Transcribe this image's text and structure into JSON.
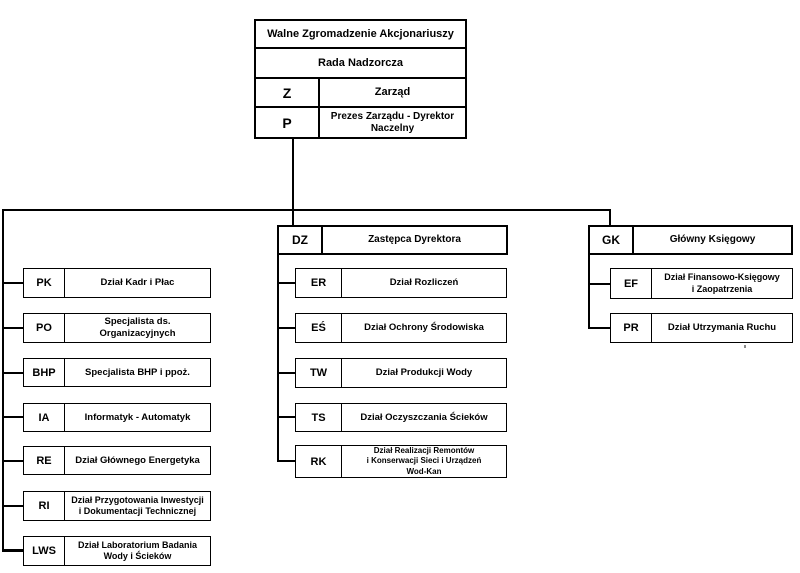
{
  "org": {
    "top": {
      "row1": "Walne Zgromadzenie Akcjonariuszy",
      "row2": "Rada Nadzorcza",
      "row3": {
        "code": "Z",
        "label": "Zarząd"
      },
      "row4": {
        "code": "P",
        "label": "Prezes Zarządu - Dyrektor\nNaczelny"
      }
    },
    "left": {
      "items": [
        {
          "code": "PK",
          "label": "Dział Kadr i Płac"
        },
        {
          "code": "PO",
          "label": "Specjalista ds. Organizacyjnych"
        },
        {
          "code": "BHP",
          "label": "Specjalista BHP i ppoż."
        },
        {
          "code": "IA",
          "label": "Informatyk - Automatyk"
        },
        {
          "code": "RE",
          "label": "Dział Głównego Energetyka"
        },
        {
          "code": "RI",
          "label": "Dział Przygotowania Inwestycji\ni Dokumentacji Technicznej"
        },
        {
          "code": "LWS",
          "label": "Dział Laboratorium Badania\nWody i Ścieków"
        }
      ]
    },
    "middle": {
      "head": {
        "code": "DZ",
        "label": "Zastępca Dyrektora"
      },
      "items": [
        {
          "code": "ER",
          "label": "Dział Rozliczeń"
        },
        {
          "code": "EŚ",
          "label": "Dział Ochrony Środowiska"
        },
        {
          "code": "TW",
          "label": "Dział Produkcji Wody"
        },
        {
          "code": "TS",
          "label": "Dział Oczyszczania Ścieków"
        },
        {
          "code": "RK",
          "label": "Dział Realizacji Remontów\ni Konserwacji Sieci i Urządzeń\nWod-Kan"
        }
      ]
    },
    "right": {
      "head": {
        "code": "GK",
        "label": "Główny Księgowy"
      },
      "items": [
        {
          "code": "EF",
          "label": "Dział Finansowo-Księgowy\ni Zaopatrzenia"
        },
        {
          "code": "PR",
          "label": "Dział Utrzymania Ruchu"
        }
      ]
    },
    "colors": {
      "line": "#000000",
      "background": "#ffffff",
      "text": "#000000"
    }
  }
}
